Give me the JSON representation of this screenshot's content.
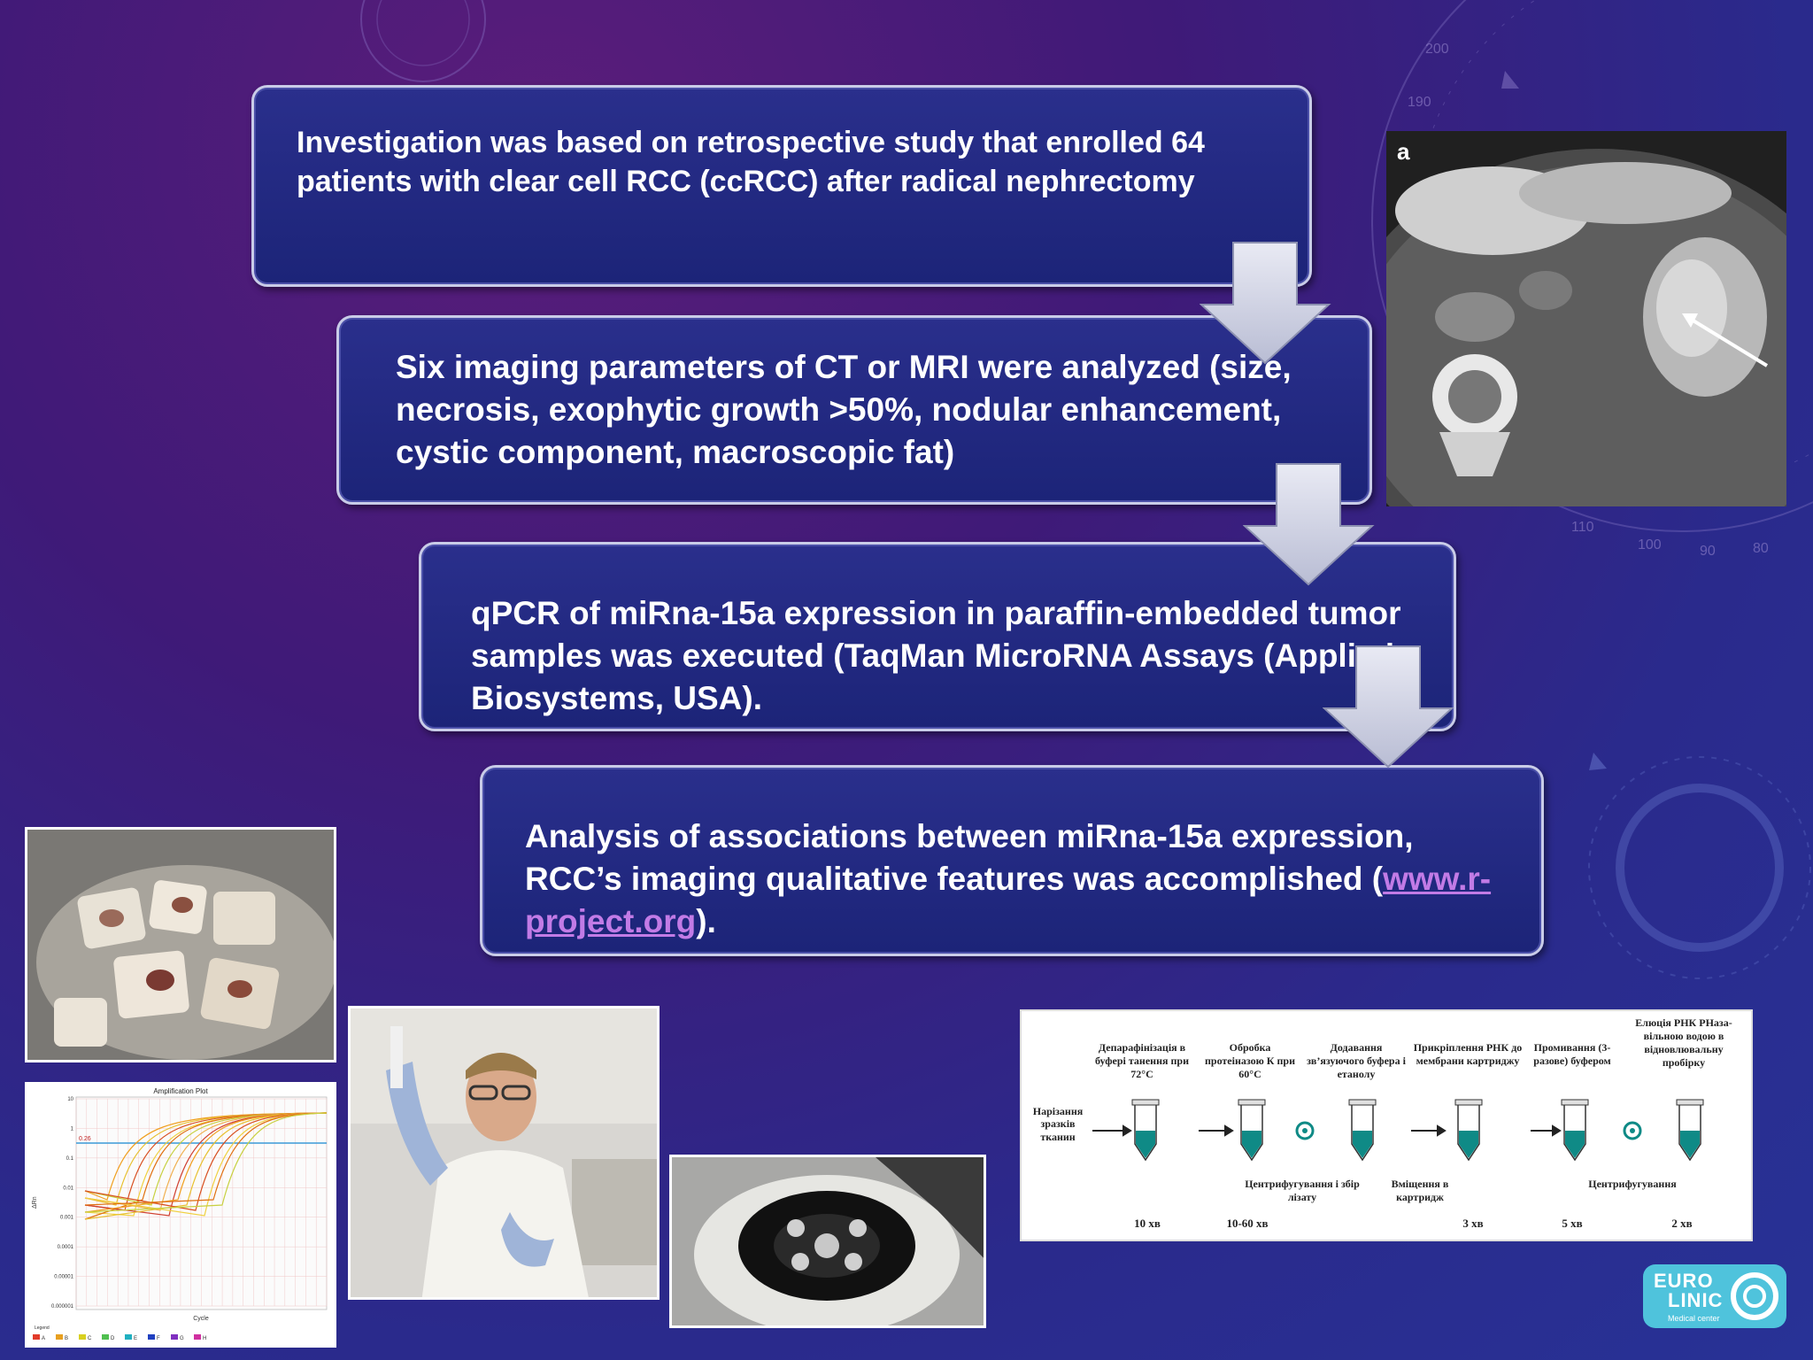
{
  "steps": [
    {
      "text": "Investigation was based on retrospective study that enrolled 64 patients with clear cell RCC (ccRCC) after radical nephrectomy"
    },
    {
      "text": "Six imaging parameters of CT or MRI were analyzed (size, necrosis, exophytic growth >50%, nodular enhancement, cystic component, macroscopic fat)"
    },
    {
      "text": "qPCR of miRna-15a expression in paraffin-embedded tumor samples was executed (TaqMan MicroRNA Assays (Applied Biosystems, USA)."
    },
    {
      "text_before": "Analysis of associations between miRna-15a expression, RCC’s imaging qualitative features was accomplished (",
      "link": "www.r-project.org",
      "text_after": ")."
    }
  ],
  "ct_image": {
    "label": "a"
  },
  "dial_numbers": [
    "190",
    "200",
    "110",
    "100",
    "90",
    "80"
  ],
  "amplification_plot": {
    "title": "Amplification Plot",
    "threshold_label": "0.26",
    "ylabel": "ΔRn",
    "xlabel": "Cycle",
    "yticks": [
      "10",
      "1",
      "0.1",
      "0.01",
      "0.001",
      "0.0001",
      "0.00001",
      "0.000001"
    ],
    "legend_title": "Legend",
    "legend": [
      "A",
      "B",
      "C",
      "D",
      "E",
      "F",
      "G",
      "H"
    ],
    "legend_colors": [
      "#e23b2a",
      "#e8a020",
      "#d8d020",
      "#50c050",
      "#20b0c0",
      "#2040c0",
      "#8030c0",
      "#d030a0"
    ]
  },
  "protocol": {
    "left_label": "Нарізання зразків тканин",
    "top_steps": [
      "Депарафінізація в буфері танення при 72°C",
      "Обробка протеіназою К при 60°C",
      "Додавання зв’язуючого буфера і етанолу",
      "Прикріплення РНК до мембрани картриджу",
      "Промивання (3-разове) буфером",
      "Елюція РНК РНаза-вільною водою в відновлювальну пробірку"
    ],
    "bottom_steps": [
      "Центрифугування і збір лізату",
      "Вміщення в картридж",
      "Центрифугування"
    ],
    "times": [
      "10 хв",
      "10-60 хв",
      "3 хв",
      "5 хв",
      "2 хв"
    ]
  },
  "logo": {
    "line1": "EURO",
    "line2": "LINIC",
    "sub": "Medical center"
  },
  "colors": {
    "accent": "#c27be6",
    "box": "#1f267d",
    "logo": "#4fc3dc"
  }
}
